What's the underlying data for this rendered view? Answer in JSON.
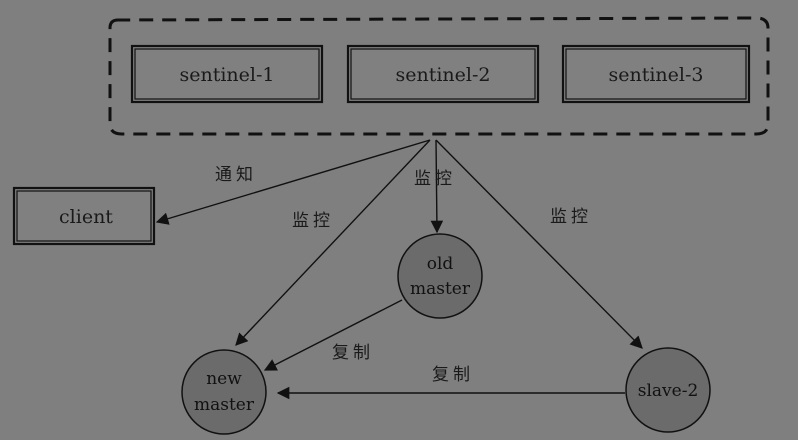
{
  "sentinels": [
    {
      "id": "sentinel-1",
      "label": "sentinel-1"
    },
    {
      "id": "sentinel-2",
      "label": "sentinel-2"
    },
    {
      "id": "sentinel-3",
      "label": "sentinel-3"
    }
  ],
  "nodes": {
    "client": {
      "label": "client"
    },
    "old_master": {
      "line1": "old",
      "line2": "master"
    },
    "new_master": {
      "line1": "new",
      "line2": "master"
    },
    "slave_2": {
      "label": "slave-2"
    }
  },
  "edges": {
    "notify": "通知",
    "monitor_new_master": "监控",
    "monitor_old_master": "监控",
    "monitor_slave_2": "监控",
    "replicate_old_to_new": "复制",
    "replicate_slave_to_new": "复制"
  },
  "colors": {
    "background": "#7f7f7f",
    "node_fill": "#6b6b6b",
    "stroke": "#111111"
  }
}
